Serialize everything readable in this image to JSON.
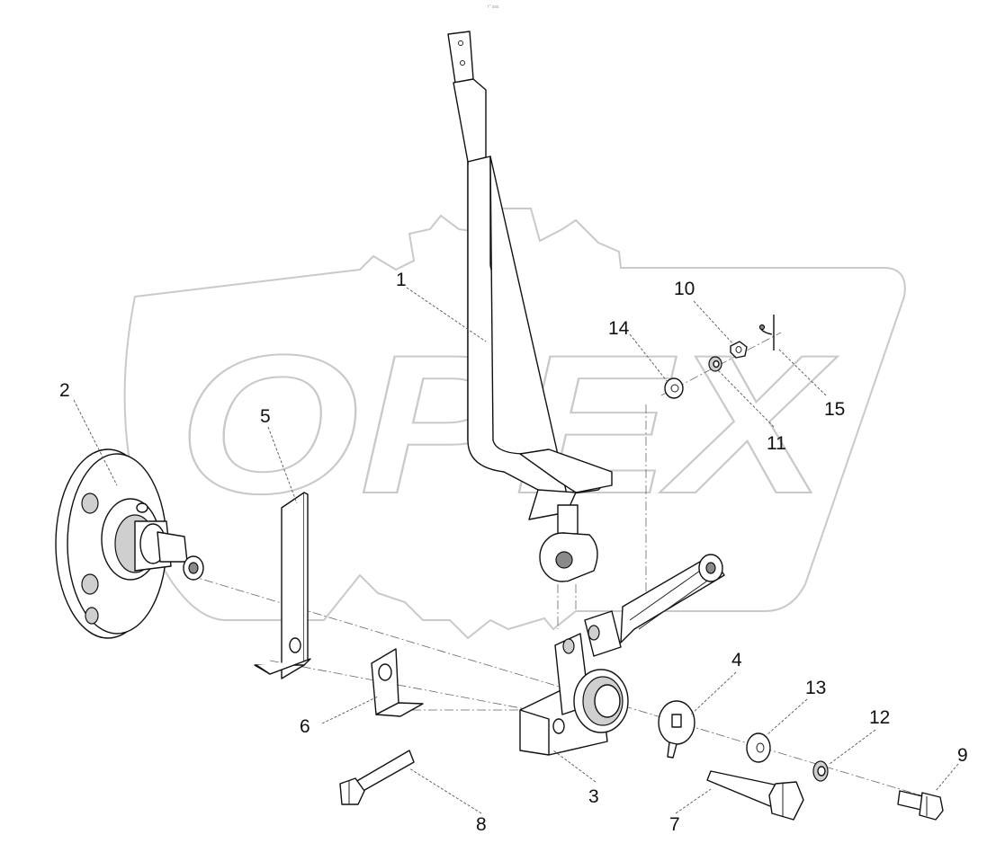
{
  "figure": {
    "header_mark": "r\" sss",
    "watermark": "OPEX",
    "colors": {
      "line": "#111111",
      "shade": "#cfcfcf",
      "watermark": "#c9c9c9",
      "background": "#ffffff"
    },
    "callouts": [
      {
        "id": "c1",
        "label": "1",
        "part": "lever"
      },
      {
        "id": "c2",
        "label": "2",
        "part": "flange-bearing"
      },
      {
        "id": "c3",
        "label": "3",
        "part": "bracket-body"
      },
      {
        "id": "c4",
        "label": "4",
        "part": "lock-tab-washer"
      },
      {
        "id": "c5",
        "label": "5",
        "part": "vertical-plate"
      },
      {
        "id": "c6",
        "label": "6",
        "part": "angle-bracket"
      },
      {
        "id": "c7",
        "label": "7",
        "part": "long-bolt"
      },
      {
        "id": "c8",
        "label": "8",
        "part": "bolt"
      },
      {
        "id": "c9",
        "label": "9",
        "part": "short-bolt"
      },
      {
        "id": "c10",
        "label": "10",
        "part": "nut"
      },
      {
        "id": "c11",
        "label": "11",
        "part": "spring-washer"
      },
      {
        "id": "c12",
        "label": "12",
        "part": "spring-washer"
      },
      {
        "id": "c13",
        "label": "13",
        "part": "flat-washer"
      },
      {
        "id": "c14",
        "label": "14",
        "part": "flat-washer"
      },
      {
        "id": "c15",
        "label": "15",
        "part": "cotter-pin"
      }
    ]
  }
}
